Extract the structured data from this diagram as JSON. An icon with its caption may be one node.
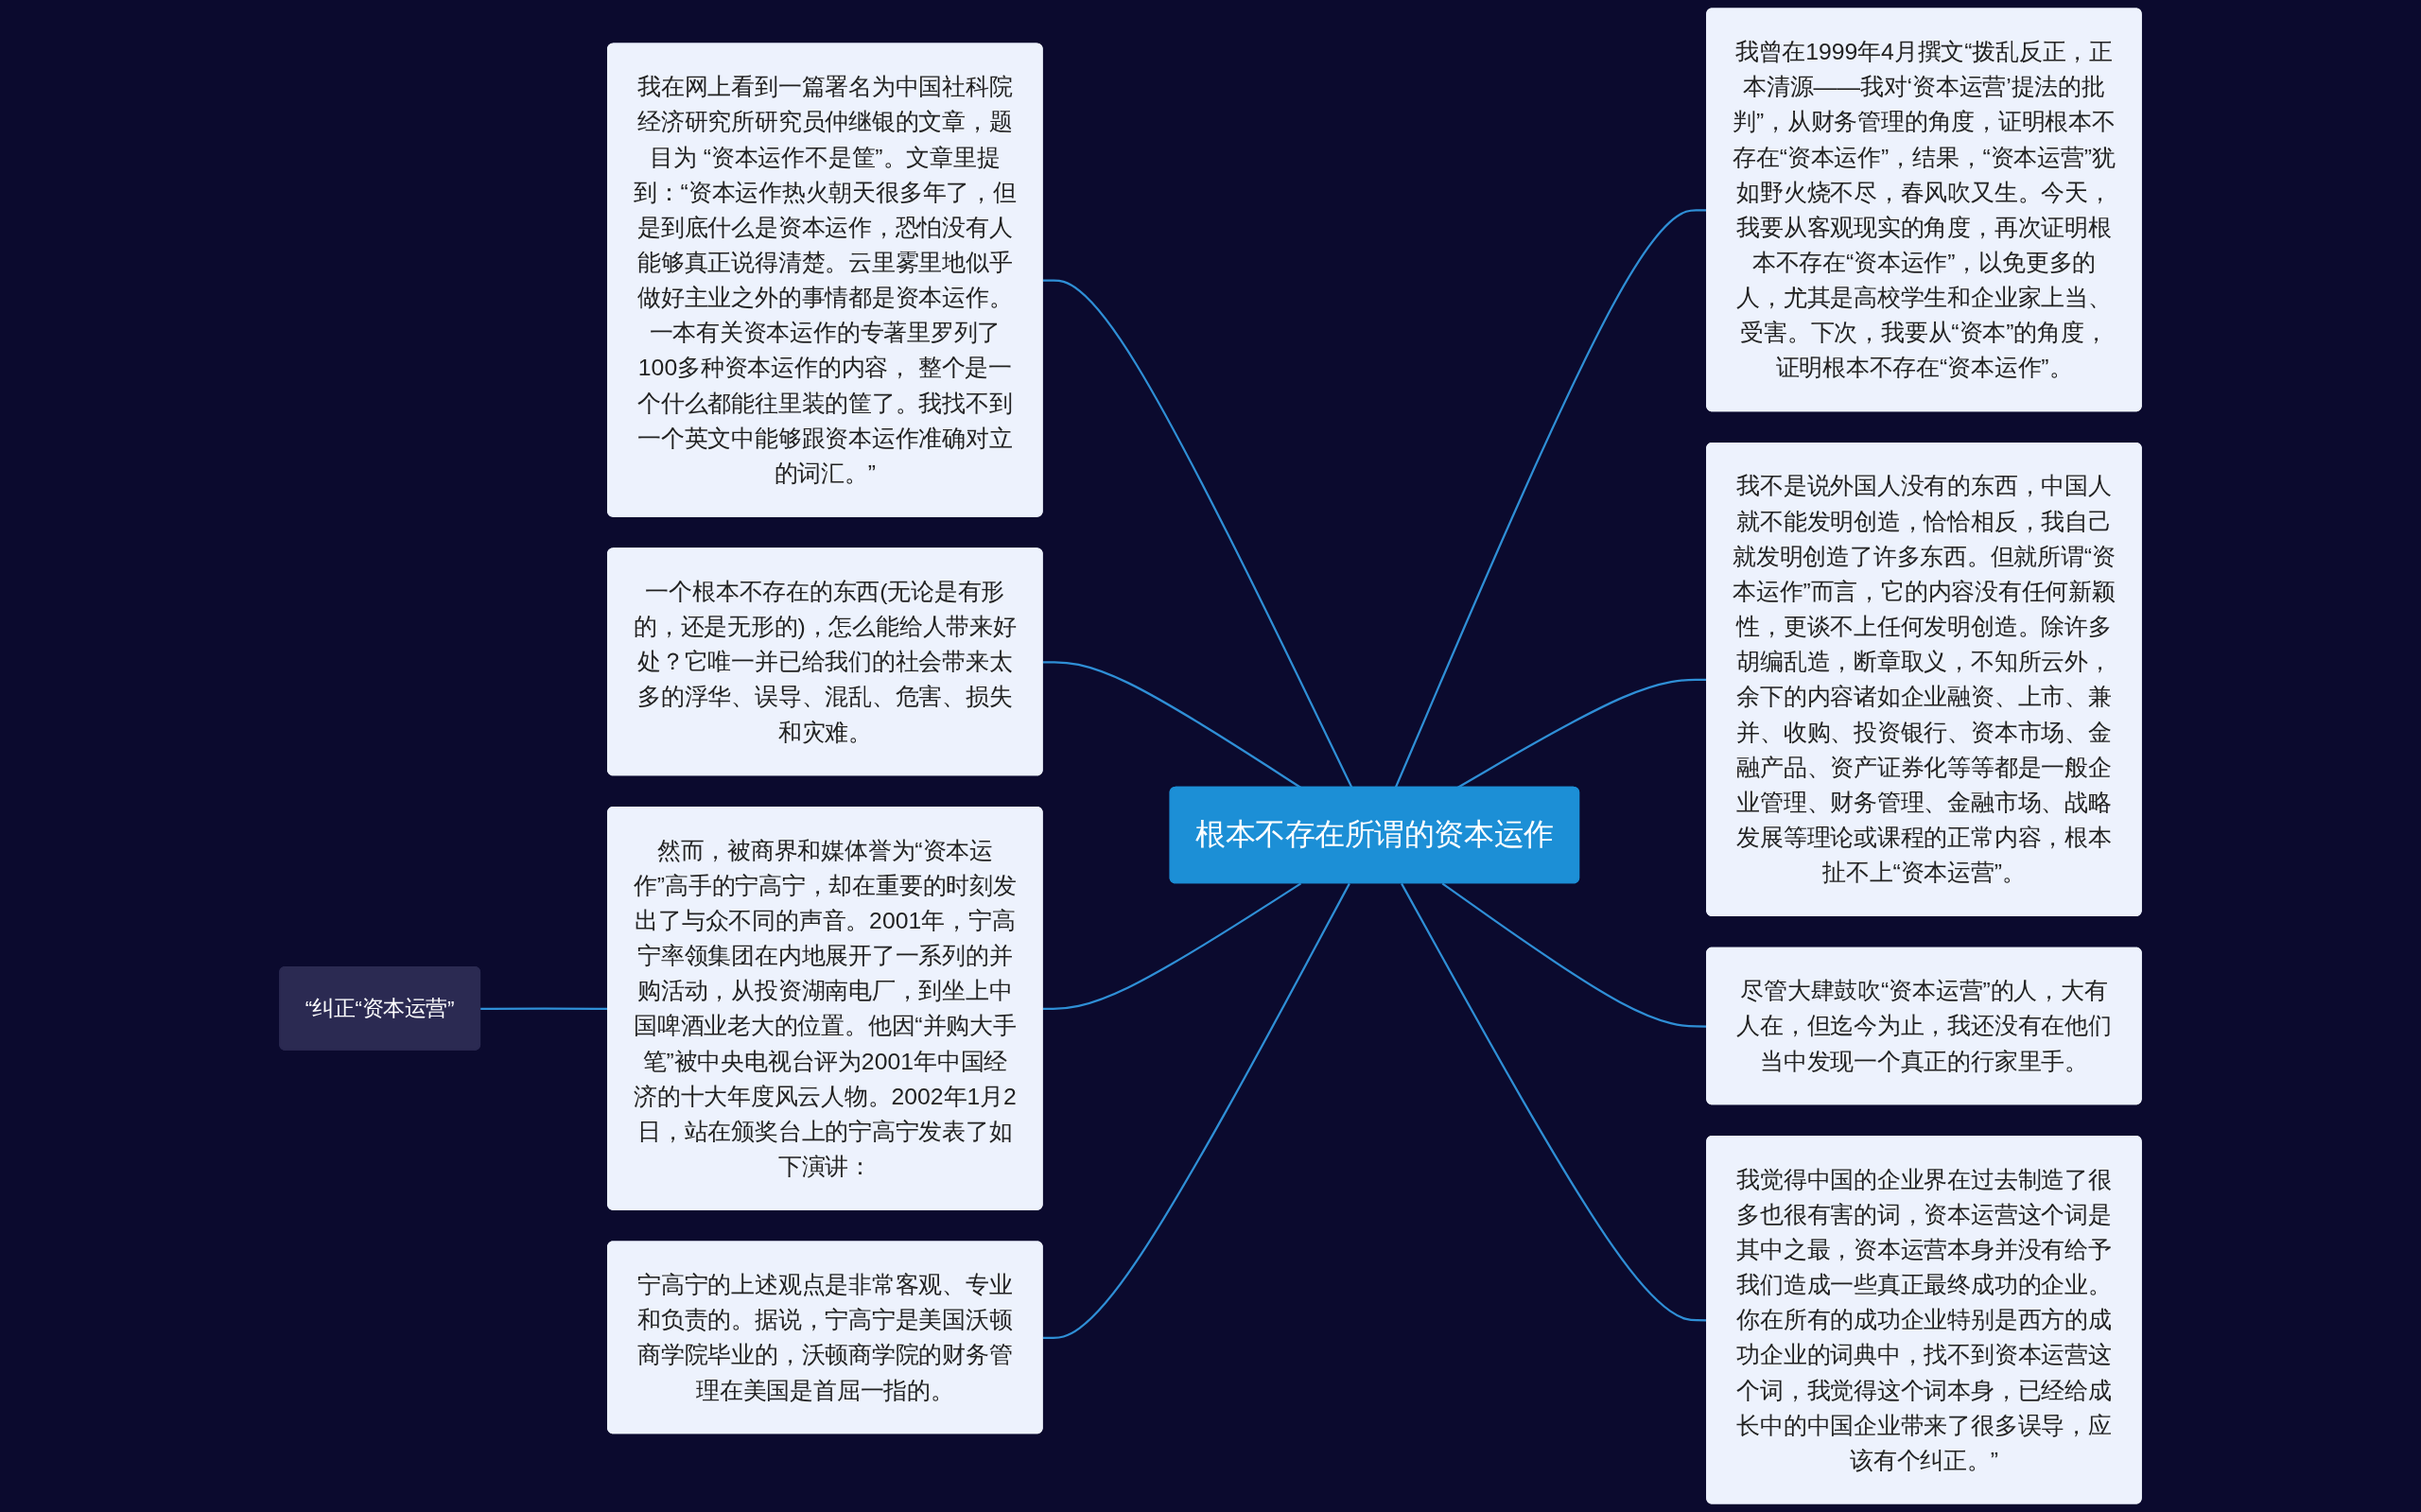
{
  "diagram": {
    "nodes": [
      {
        "text": [
          "根本不存在所谓的资本运作"
        ]
      },
      {
        "text": [
          "我在网上看到一篇署名为中国社科院经济研究所研究员仲继银的文章，题目为 “资本运作不是筐”。文章里提到：“资本运作热火朝天很多年了，但是到底什么是资本运作，恐怕没有人能够真正说得清楚。云里雾里地似乎做好主业之外的事情都是资本运作。一本有关资本运作的专著里罗列了100多种资本运作的内容， 整个是一个什么都能往里装的筐了。我找不到一个英文中能够跟资本运作准确对立的词汇。”"
        ]
      },
      {
        "text": [
          "一个根本不存在的东西(无论是有形的，还是无形的)，怎么能给人带来好处？它唯一并已给我们的社会带来太多的浮华、误导、混乱、危害、损失和灾难。"
        ]
      },
      {
        "text": [
          "然而，被商界和媒体誉为“资本运作”高手的宁高宁，却在重要的时刻发出了与众不同的声音。2001年，宁高宁率领集团在内地展开了一系列的并购活动，从投资湖南电厂，到坐上中国啤酒业老大的位置。他因“并购大手笔”被中央电视台评为2001年中国经济的十大年度风云人物。2002年1月2日，站在颁奖台上的宁高宁发表了如下演讲："
        ]
      },
      {
        "text": [
          "宁高宁的上述观点是非常客观、专业和负责的。据说，宁高宁是美国沃顿商学院毕业的，沃顿商学院的财务管理在美国是首屈一指的。"
        ]
      },
      {
        "text": [
          "“纠正“资本运营”"
        ]
      },
      {
        "text": [
          "我曾在1999年4月撰文“拨乱反正，正本清源——我对‘资本运营’提法的批判”，从财务管理的角度，证明根本不存在“资本运作”，结果，“资本运营”犹如野火烧不尽，春风吹又生。今天，我要从客观现实的角度，再次证明根本不存在“资本运作”，以免更多的人，尤其是高校学生和企业家上当、受害。下次，我要从“资本”的角度，证明根本不存在“资本运作”。"
        ]
      },
      {
        "text": [
          "我不是说外国人没有的东西，中国人就不能发明创造，恰恰相反，我自己就发明创造了许多东西。但就所谓“资本运作”而言，它的内容没有任何新颖性，更谈不上任何发明创造。除许多胡编乱造，断章取义，不知所云外，余下的内容诸如企业融资、上市、兼并、收购、投资银行、资本市场、金融产品、资产证券化等等都是一般企业管理、财务管理、金融市场、战略发展等理论或课程的正常内容，根本扯不上“资本运营”。"
        ]
      },
      {
        "text": [
          "尽管大肆鼓吹“资本运营”的人，大有人在，但迄今为止，我还没有在他们当中发现一个真正的行家里手。"
        ]
      },
      {
        "text": [
          "我觉得中国的企业界在过去制造了很多也很有害的词，资本运营这个词是其中之最，资本运营本身并没有给予我们造成一些真正最终成功的企业。你在所有的成功企业特别是西方的成功企业的词典中，找不到资本运营这个词，我觉得这个词本身，已经给成长中的中国企业带来了很多误导，应该有个纠正。”"
        ]
      }
    ],
    "edges": [
      {
        "from": 1,
        "to": 0,
        "arrow": "none"
      },
      {
        "from": 2,
        "to": 0,
        "arrow": "none"
      },
      {
        "from": 3,
        "to": 0,
        "arrow": "none"
      },
      {
        "from": 4,
        "to": 0,
        "arrow": "none"
      },
      {
        "from": 5,
        "to": 3,
        "arrow": "none"
      },
      {
        "from": 0,
        "to": 6,
        "arrow": "none"
      },
      {
        "from": 0,
        "to": 7,
        "arrow": "none"
      },
      {
        "from": 0,
        "to": 8,
        "arrow": "none"
      },
      {
        "from": 0,
        "to": 9,
        "arrow": "none"
      }
    ]
  }
}
